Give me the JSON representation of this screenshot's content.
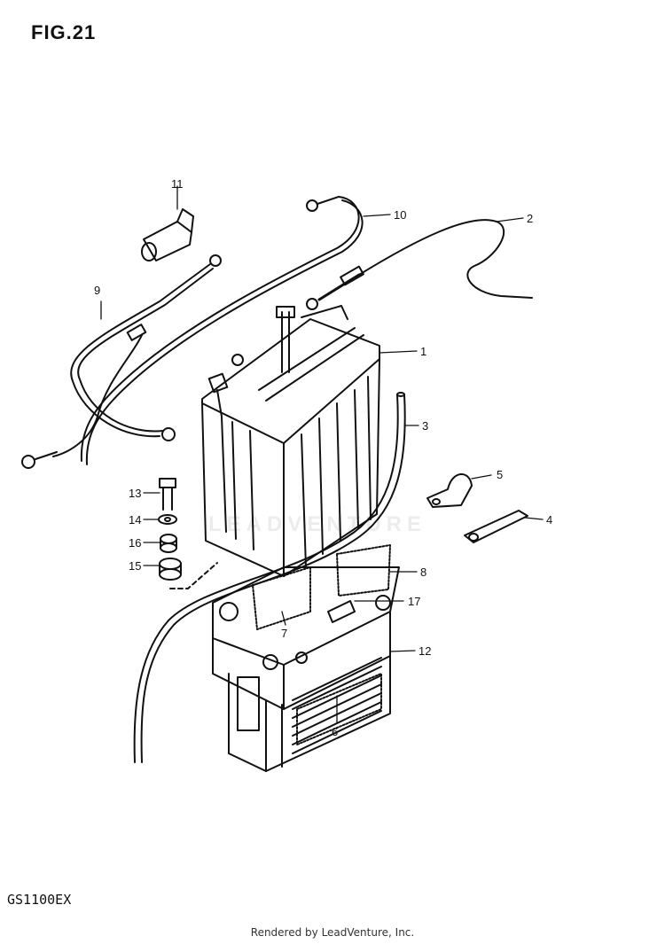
{
  "figure": {
    "title": "FIG.21",
    "model": "GS1100EX"
  },
  "footer": {
    "text": "Rendered by LeadVenture, Inc."
  },
  "watermark": {
    "text": "LEADVENTURE"
  },
  "callouts": [
    "1",
    "2",
    "3",
    "4",
    "5",
    "6",
    "7",
    "8",
    "9",
    "10",
    "11",
    "12",
    "13",
    "14",
    "15",
    "16",
    "17"
  ]
}
